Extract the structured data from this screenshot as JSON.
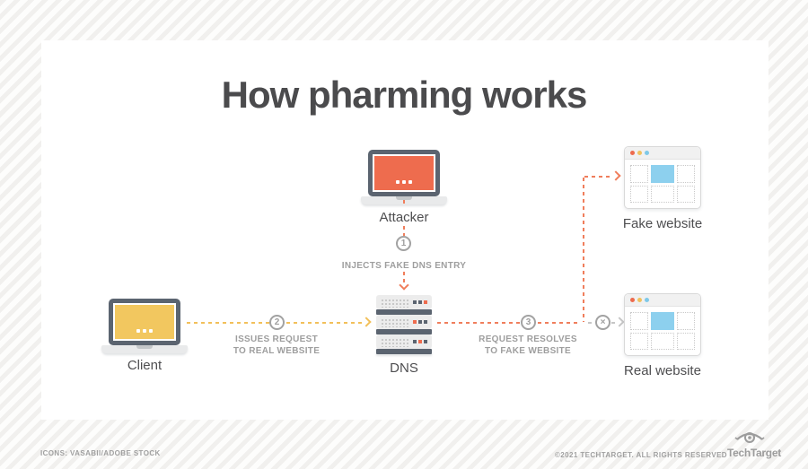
{
  "page": {
    "title": "How pharming works"
  },
  "diagram": {
    "nodes": {
      "attacker": "Attacker",
      "client": "Client",
      "dns": "DNS",
      "fake_website": "Fake website",
      "real_website": "Real website"
    },
    "steps": [
      {
        "number": "1",
        "lines": [
          "INJECTS FAKE DNS ENTRY"
        ]
      },
      {
        "number": "2",
        "lines": [
          "ISSUES REQUEST",
          "TO REAL WEBSITE"
        ]
      },
      {
        "number": "3",
        "lines": [
          "REQUEST RESOLVES",
          "TO FAKE WEBSITE"
        ]
      }
    ],
    "blocked_marker": "×"
  },
  "footer": {
    "credits": "ICONS: VASABII/ADOBE STOCK",
    "copyright": "©2021 TECHTARGET. ALL RIGHTS RESERVED",
    "brand": "TechTarget"
  },
  "colors": {
    "accent_orange": "#ee6c4e",
    "accent_yellow": "#f2c75f",
    "accent_blue": "#8dd0ee",
    "slate_gray": "#5b6470",
    "label_gray": "#9e9e9e",
    "title_gray": "#4b4b4d"
  }
}
